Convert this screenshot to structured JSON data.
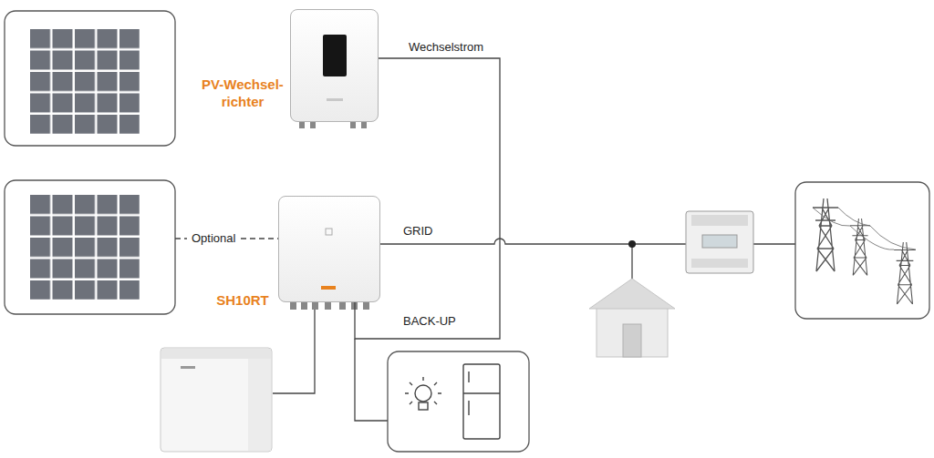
{
  "diagram": {
    "nodes": [
      {
        "text": [
          "PV-Wechsel- richter"
        ]
      },
      {
        "text": [
          "SH10RT"
        ]
      }
    ],
    "edges": [
      {
        "from": 0,
        "to": 1,
        "arrow": "none",
        "label": "Wechselstrom"
      }
    ],
    "labels": [
      "Optional",
      "GRID",
      "BACK-UP"
    ]
  }
}
